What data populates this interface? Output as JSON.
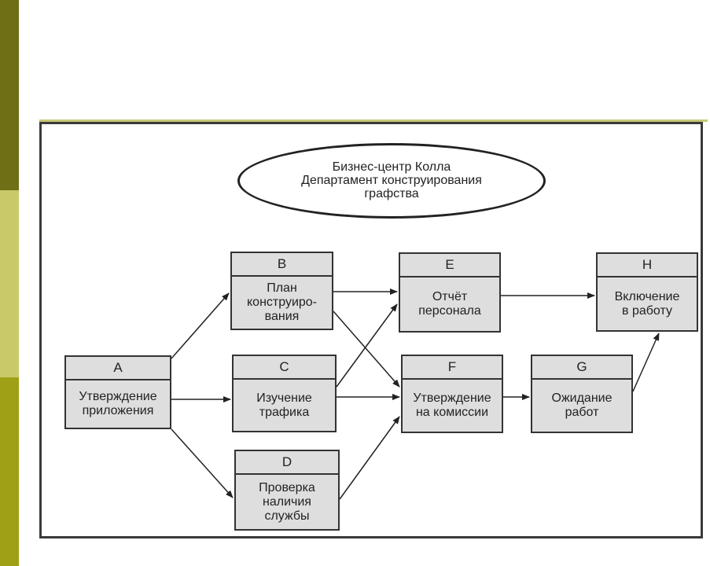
{
  "colors": {
    "sidebar_dark": "#6f6f16",
    "sidebar_light": "#c9c96a",
    "sidebar_mid": "#a0a016",
    "node_fill": "#dedede",
    "line": "#333333"
  },
  "title": {
    "line1": "Бизнес-центр Колла",
    "line2": "Департамент конструирования",
    "line3": "графства"
  },
  "nodes": {
    "a": {
      "letter": "A",
      "line1": "Утверждение",
      "line2": "приложения"
    },
    "b": {
      "letter": "B",
      "line1": "План",
      "line2": "конструиро-",
      "line3": "вания"
    },
    "c": {
      "letter": "C",
      "line1": "Изучение",
      "line2": "трафика"
    },
    "d": {
      "letter": "D",
      "line1": "Проверка",
      "line2": "наличия",
      "line3": "службы"
    },
    "e": {
      "letter": "E",
      "line1": "Отчёт",
      "line2": "персонала"
    },
    "f": {
      "letter": "F",
      "line1": "Утверждение",
      "line2": "на комиссии"
    },
    "g": {
      "letter": "G",
      "line1": "Ожидание",
      "line2": "работ"
    },
    "h": {
      "letter": "H",
      "line1": "Включение",
      "line2": "в работу"
    }
  },
  "edges": [
    {
      "from": "A",
      "to": "B"
    },
    {
      "from": "A",
      "to": "C"
    },
    {
      "from": "A",
      "to": "D"
    },
    {
      "from": "B",
      "to": "E"
    },
    {
      "from": "B",
      "to": "F"
    },
    {
      "from": "C",
      "to": "E"
    },
    {
      "from": "C",
      "to": "F"
    },
    {
      "from": "D",
      "to": "F"
    },
    {
      "from": "E",
      "to": "H"
    },
    {
      "from": "F",
      "to": "G"
    },
    {
      "from": "G",
      "to": "H"
    }
  ]
}
